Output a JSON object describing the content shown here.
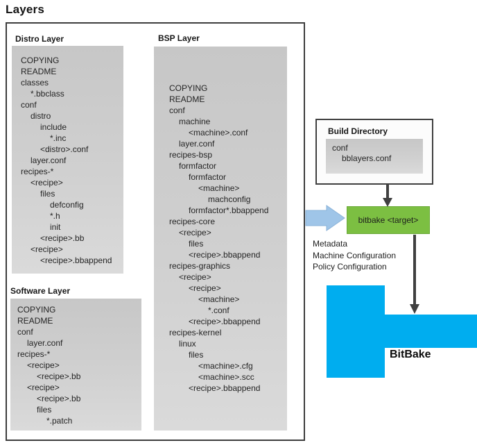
{
  "title": "Layers",
  "layers_panel": {
    "distro": {
      "label": "Distro Layer",
      "items": [
        {
          "t": "COPYING",
          "i": 0
        },
        {
          "t": "README",
          "i": 0
        },
        {
          "t": "classes",
          "i": 0
        },
        {
          "t": "*.bbclass",
          "i": 1
        },
        {
          "t": "conf",
          "i": 0
        },
        {
          "t": "distro",
          "i": 1
        },
        {
          "t": "include",
          "i": 2
        },
        {
          "t": "*.inc",
          "i": 3
        },
        {
          "t": "<distro>.conf",
          "i": 2
        },
        {
          "t": "layer.conf",
          "i": 1
        },
        {
          "t": "recipes-*",
          "i": 0
        },
        {
          "t": "<recipe>",
          "i": 1
        },
        {
          "t": "files",
          "i": 2
        },
        {
          "t": "defconfig",
          "i": 3
        },
        {
          "t": "*.h",
          "i": 3
        },
        {
          "t": "init",
          "i": 3
        },
        {
          "t": "<recipe>.bb",
          "i": 2
        },
        {
          "t": "<recipe>",
          "i": 1
        },
        {
          "t": "<recipe>.bbappend",
          "i": 2
        }
      ]
    },
    "bsp": {
      "label": "BSP Layer",
      "items": [
        {
          "t": "COPYING",
          "i": 0
        },
        {
          "t": "README",
          "i": 0
        },
        {
          "t": "conf",
          "i": 0
        },
        {
          "t": "machine",
          "i": 1
        },
        {
          "t": "<machine>.conf",
          "i": 2
        },
        {
          "t": "layer.conf",
          "i": 1
        },
        {
          "t": "recipes-bsp",
          "i": 0
        },
        {
          "t": "formfactor",
          "i": 1
        },
        {
          "t": "formfactor",
          "i": 2
        },
        {
          "t": "<machine>",
          "i": 3
        },
        {
          "t": "machconfig",
          "i": 4
        },
        {
          "t": "formfactor*.bbappend",
          "i": 2
        },
        {
          "t": "recipes-core",
          "i": 0
        },
        {
          "t": "<recipe>",
          "i": 1
        },
        {
          "t": "files",
          "i": 2
        },
        {
          "t": "<recipe>.bbappend",
          "i": 2
        },
        {
          "t": "recipes-graphics",
          "i": 0
        },
        {
          "t": "<recipe>",
          "i": 1
        },
        {
          "t": "<recipe>",
          "i": 2
        },
        {
          "t": "<machine>",
          "i": 3
        },
        {
          "t": "*.conf",
          "i": 4
        },
        {
          "t": "<recipe>.bbappend",
          "i": 2
        },
        {
          "t": "recipes-kernel",
          "i": 0
        },
        {
          "t": "linux",
          "i": 1
        },
        {
          "t": "files",
          "i": 2
        },
        {
          "t": "<machine>.cfg",
          "i": 3
        },
        {
          "t": "<machine>.scc",
          "i": 3
        },
        {
          "t": "<recipe>.bbappend",
          "i": 2
        }
      ]
    },
    "software": {
      "label": "Software Layer",
      "items": [
        {
          "t": "COPYING",
          "i": 0
        },
        {
          "t": "README",
          "i": 0
        },
        {
          "t": "conf",
          "i": 0
        },
        {
          "t": "layer.conf",
          "i": 1
        },
        {
          "t": "recipes-*",
          "i": 0
        },
        {
          "t": "<recipe>",
          "i": 1
        },
        {
          "t": "<recipe>.bb",
          "i": 2
        },
        {
          "t": "<recipe>",
          "i": 1
        },
        {
          "t": "<recipe>.bb",
          "i": 2
        },
        {
          "t": "files",
          "i": 2
        },
        {
          "t": "*.patch",
          "i": 3
        }
      ]
    }
  },
  "build_directory": {
    "label": "Build Directory",
    "items": [
      {
        "t": "conf",
        "i": 0
      },
      {
        "t": "bblayers.conf",
        "i": 1
      }
    ]
  },
  "bitbake_command": {
    "label": "bitbake <target>"
  },
  "flow_labels": [
    "Metadata",
    "Machine Configuration",
    "Policy Configuration"
  ],
  "bitbake": {
    "label": "BitBake"
  },
  "colors": {
    "green_box": "#7cbf42",
    "bitbake_blue": "#00adef",
    "flow_arrow_blue": "#9fc5e8",
    "dark_arrow": "#404040",
    "box_gray": "#cdcdcd"
  }
}
